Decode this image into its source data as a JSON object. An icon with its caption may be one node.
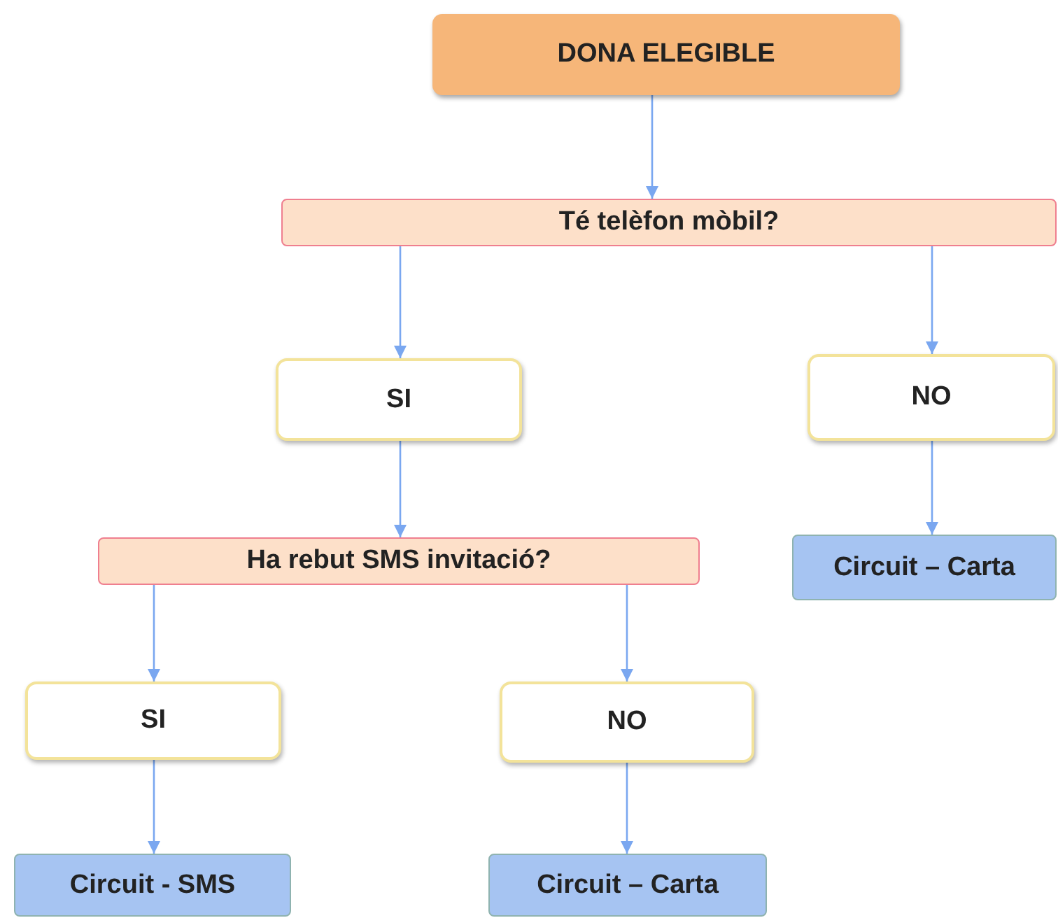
{
  "diagram": {
    "nodes": [
      {
        "text": [
          "DONA ELEGIBLE"
        ]
      },
      {
        "text": [
          "Té telèfon mòbil?"
        ]
      },
      {
        "text": [
          "SI"
        ]
      },
      {
        "text": [
          "NO"
        ]
      },
      {
        "text": [
          "Circuit – Carta"
        ]
      },
      {
        "text": [
          "Ha rebut SMS invitació?"
        ]
      },
      {
        "text": [
          "SI"
        ]
      },
      {
        "text": [
          "NO"
        ]
      },
      {
        "text": [
          "Circuit - SMS"
        ]
      },
      {
        "text": [
          "Circuit – Carta"
        ]
      }
    ],
    "edges": [
      {
        "from": 0,
        "to": 1,
        "arrow": "to"
      },
      {
        "from": 1,
        "to": 2,
        "arrow": "to"
      },
      {
        "from": 1,
        "to": 3,
        "arrow": "to"
      },
      {
        "from": 2,
        "to": 5,
        "arrow": "to"
      },
      {
        "from": 3,
        "to": 4,
        "arrow": "to"
      },
      {
        "from": 5,
        "to": 6,
        "arrow": "to"
      },
      {
        "from": 5,
        "to": 7,
        "arrow": "to"
      },
      {
        "from": 6,
        "to": 8,
        "arrow": "to"
      },
      {
        "from": 7,
        "to": 9,
        "arrow": "to"
      }
    ]
  }
}
